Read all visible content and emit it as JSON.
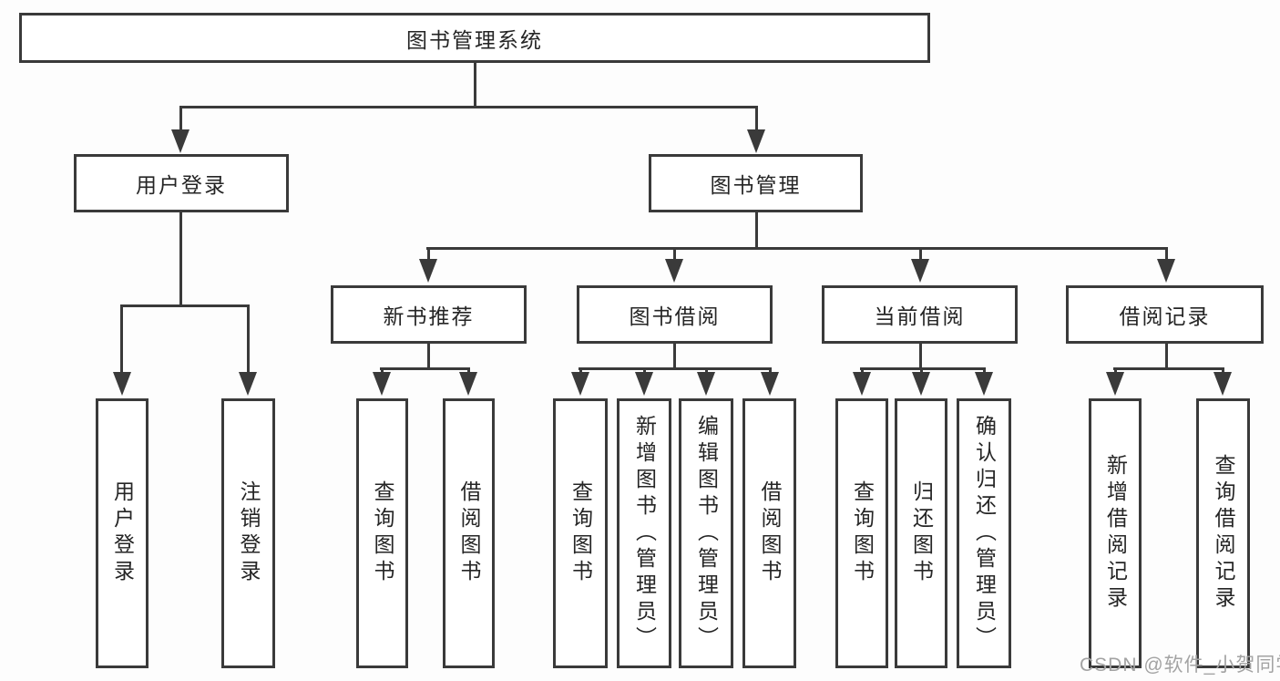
{
  "diagram": {
    "root": {
      "label": "图书管理系统"
    },
    "level1": [
      {
        "label": "用户登录"
      },
      {
        "label": "图书管理"
      }
    ],
    "level2": [
      {
        "label": "新书推荐"
      },
      {
        "label": "图书借阅"
      },
      {
        "label": "当前借阅"
      },
      {
        "label": "借阅记录"
      }
    ],
    "leaves": {
      "login": [
        {
          "label": "用户登录"
        },
        {
          "label": "注销登录"
        }
      ],
      "recommend": [
        {
          "label": "查询图书"
        },
        {
          "label": "借阅图书"
        }
      ],
      "borrow": [
        {
          "label": "查询图书"
        },
        {
          "label": "新增图书（管理员）"
        },
        {
          "label": "编辑图书（管理员）"
        },
        {
          "label": "借阅图书"
        }
      ],
      "current": [
        {
          "label": "查询图书"
        },
        {
          "label": "归还图书"
        },
        {
          "label": "确认归还（管理员）"
        }
      ],
      "records": [
        {
          "label": "新增借阅记录"
        },
        {
          "label": "查询借阅记录"
        }
      ]
    },
    "colors": {
      "line": "#3a3a3a",
      "text": "#252525",
      "background": "#ffffff",
      "watermark": "#a3a3a3"
    },
    "watermark": "CSDN @软件_小贺同学"
  }
}
